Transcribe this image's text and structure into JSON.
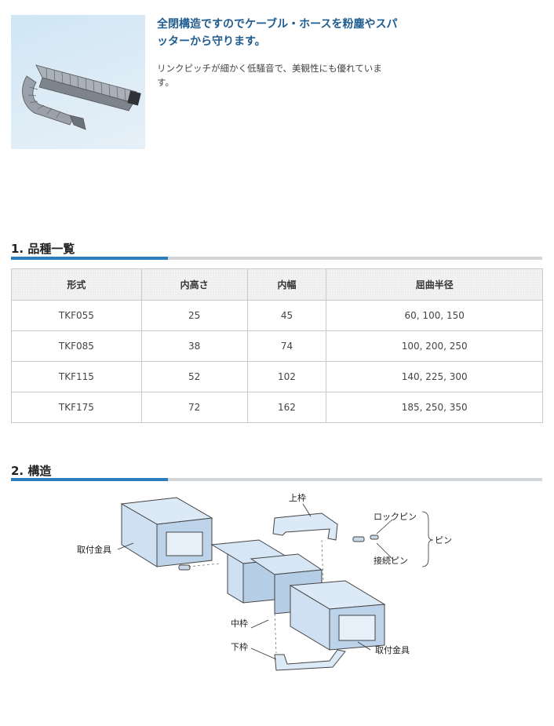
{
  "intro": {
    "title": "全閉構造ですのでケーブル・ホースを粉塵やスパッターから守ります。",
    "body": "リンクピッチが細かく低騒音で、美観性にも優れています。"
  },
  "sections": [
    {
      "heading": "1. 品種一覧"
    },
    {
      "heading": "2. 構造"
    }
  ],
  "spec_table": {
    "headers": [
      "形式",
      "内高さ",
      "内幅",
      "屈曲半径"
    ],
    "rows": [
      [
        "TKF055",
        "25",
        "45",
        "60, 100, 150"
      ],
      [
        "TKF085",
        "38",
        "74",
        "100, 200, 250"
      ],
      [
        "TKF115",
        "52",
        "102",
        "140, 225, 300"
      ],
      [
        "TKF175",
        "72",
        "162",
        "185, 250, 350"
      ]
    ]
  },
  "diagram_labels": {
    "top_frame": "上枠",
    "lock_pin": "ロックピン",
    "pin": "ピン",
    "connect_pin": "接続ピン",
    "mount_left": "取付金具",
    "mount_right": "取付金具",
    "middle_frame": "中枠",
    "bottom_frame": "下枠"
  }
}
